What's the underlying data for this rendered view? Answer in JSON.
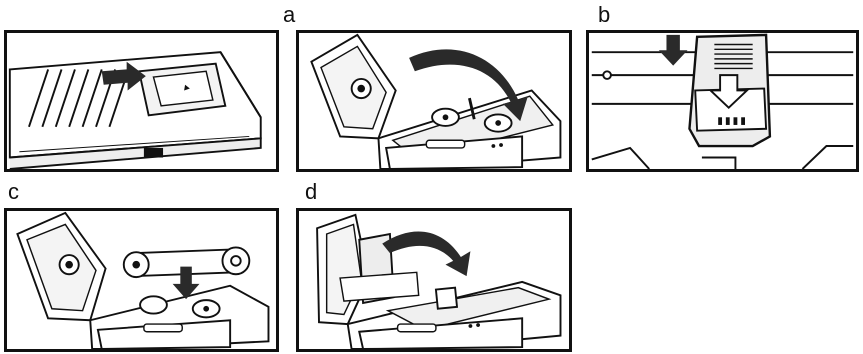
{
  "labels": {
    "a": "a",
    "b": "b",
    "c": "c",
    "d": "d"
  },
  "colors": {
    "ink": "#111111",
    "paper": "#ffffff",
    "arrow": "#2a2a2a",
    "shade": "#d9d9d9"
  },
  "icons": {
    "panel_1": [
      "insert-arrow-icon"
    ],
    "panel_2": [
      "rotate-arrow-icon"
    ],
    "panel_3": [
      "down-arrow-icon",
      "hollow-down-arrow-icon"
    ],
    "panel_4": [
      "down-arrow-icon"
    ],
    "panel_5": [
      "rotate-arrow-icon"
    ]
  }
}
